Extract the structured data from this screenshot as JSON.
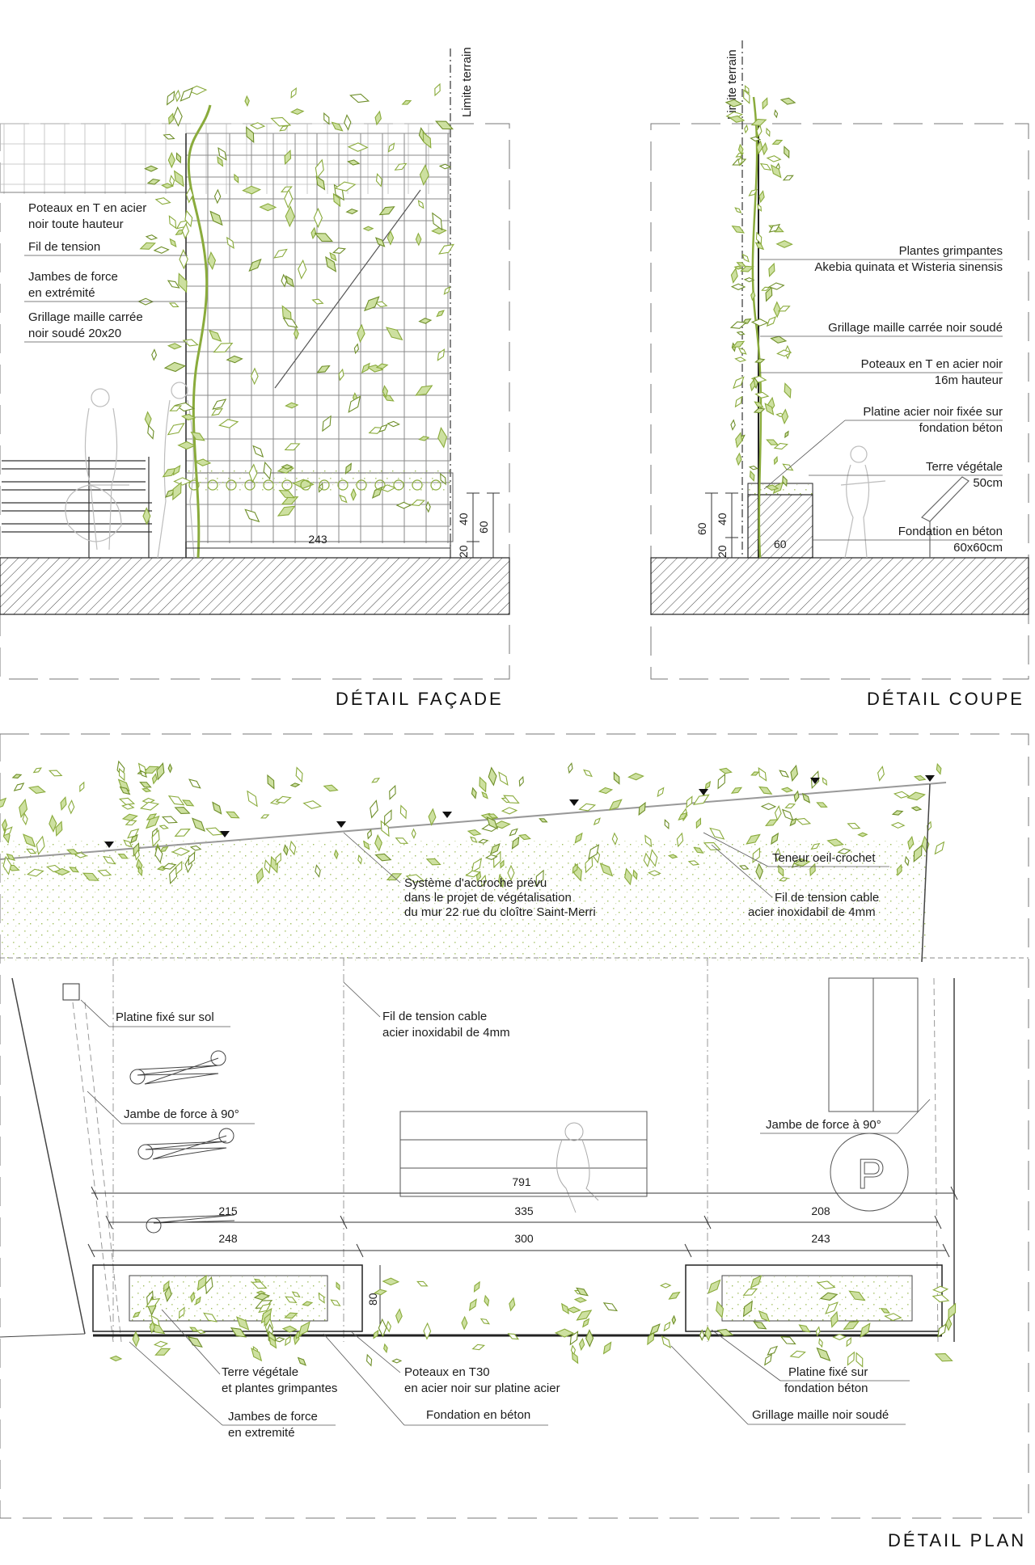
{
  "colors": {
    "foliage": "#8aab3c",
    "foliage_dark": "#6f8f2a",
    "line": "#333333",
    "accent_fill": "#cde0a0"
  },
  "facade": {
    "title": "DÉTAIL FAÇADE",
    "limit_label": "Limite terrain",
    "labels": [
      [
        "Poteaux en T en acier",
        "noir toute hauteur"
      ],
      [
        "Fil de tension"
      ],
      [
        "Jambes de force",
        "en extrémité"
      ],
      [
        "Grillage maille carrée",
        "noir soudé 20x20"
      ]
    ],
    "dims": {
      "width": "243",
      "h1": "40",
      "h2": "20",
      "h3": "60"
    }
  },
  "coupe": {
    "title": "DÉTAIL COUPE",
    "limit_label": "Limite terrain",
    "labels": [
      [
        "Plantes grimpantes",
        "Akebia quinata et Wisteria  sinensis"
      ],
      [
        "Grillage maille carrée noir soudé"
      ],
      [
        "Poteaux en T en acier noir",
        "16m hauteur"
      ],
      [
        "Platine acier noir fixée sur",
        "fondation béton"
      ],
      [
        "Terre végétale",
        "50cm"
      ],
      [
        "Fondation en béton",
        "60x60cm"
      ]
    ],
    "dims": {
      "h1": "60",
      "h2": "40",
      "h3": "20",
      "w": "60"
    }
  },
  "plan": {
    "title": "DÉTAIL PLAN",
    "labels_top": {
      "teneur": [
        "Teneur oeil-crochet"
      ],
      "systeme": [
        "Système d'accroche prévu",
        "dans le projet de végétalisation",
        "du mur 22 rue du cloître Saint-Merri"
      ],
      "fil_cable_top": [
        "Fil de tension cable",
        "acier inoxidabil de 4mm"
      ]
    },
    "labels_mid": {
      "platine_sol": [
        "Platine fixé sur sol"
      ],
      "fil_cable": [
        "Fil de tension cable",
        "acier inoxidabil de 4mm"
      ],
      "jambe_left": [
        "Jambe de force à 90°"
      ],
      "jambe_right": [
        "Jambe de force à 90°"
      ]
    },
    "labels_bottom": {
      "terre": [
        "Terre végétale",
        "et plantes grimpantes"
      ],
      "poteaux": [
        "Poteaux en T30",
        "en acier noir sur platine acier"
      ],
      "platine_fond": [
        "Platine fixé sur",
        "fondation béton"
      ],
      "jambes": [
        "Jambes de force",
        "en extremité"
      ],
      "fondation": [
        "Fondation en béton"
      ],
      "grillage": [
        "Grillage maille noir soudé"
      ]
    },
    "dims": {
      "total": "791",
      "row2": [
        "215",
        "335",
        "208"
      ],
      "row3": [
        "248",
        "300",
        "243"
      ],
      "small": "80"
    }
  }
}
